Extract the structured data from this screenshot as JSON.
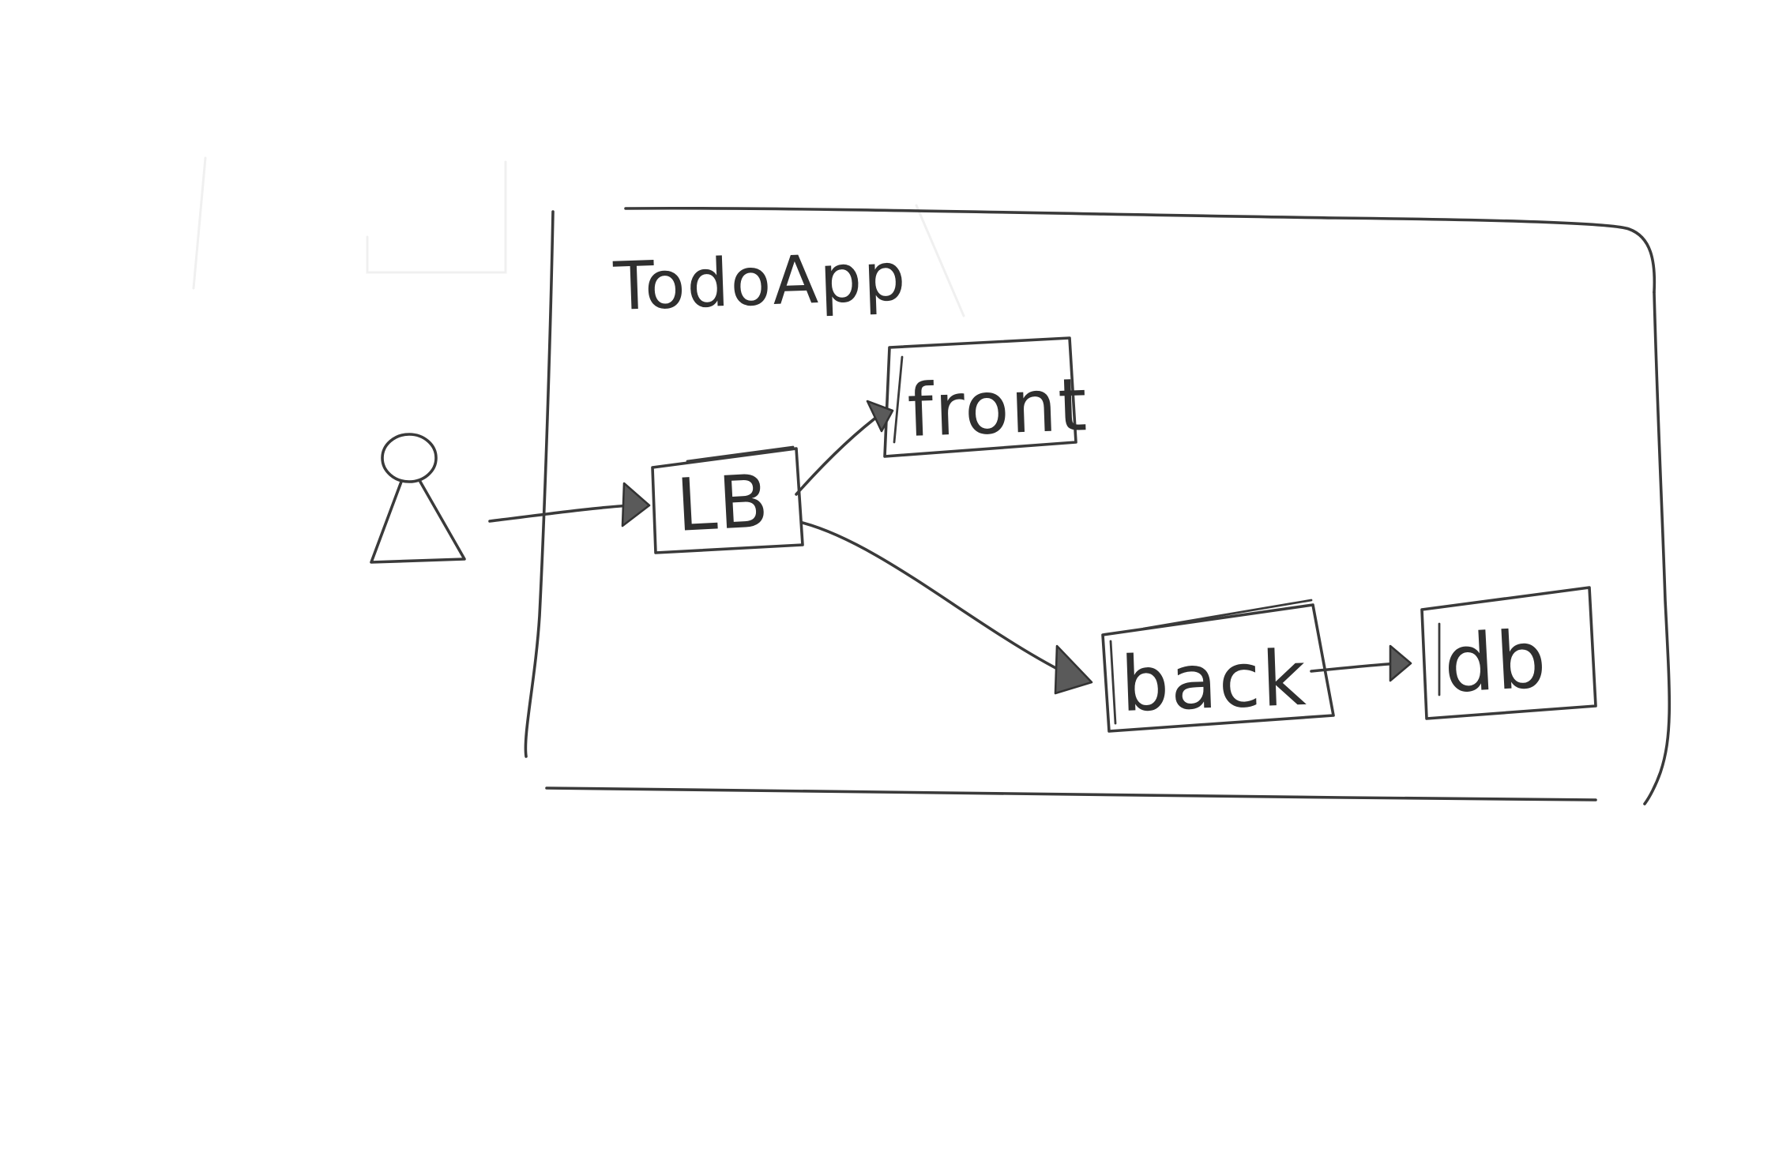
{
  "diagram": {
    "boundary_label": "TodoApp",
    "actor": {
      "label": ""
    },
    "nodes": {
      "lb": "LB",
      "front": "front",
      "back": "back",
      "db": "db"
    },
    "edges": [
      {
        "from": "actor",
        "to": "lb"
      },
      {
        "from": "lb",
        "to": "front"
      },
      {
        "from": "lb",
        "to": "back"
      },
      {
        "from": "back",
        "to": "db"
      }
    ],
    "colors": {
      "pencil": "#3a3a3a",
      "background": "#ffffff"
    }
  }
}
